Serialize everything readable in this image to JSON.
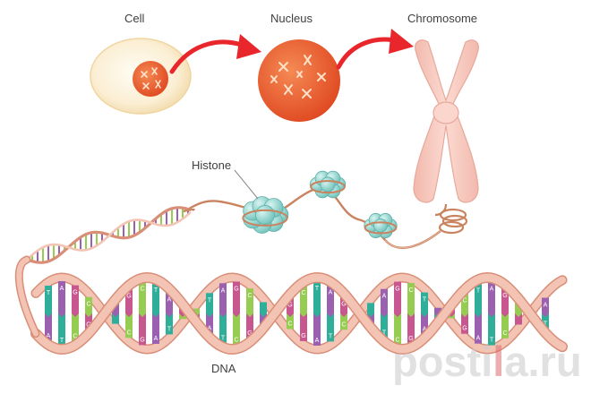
{
  "labels": {
    "cell": "Cell",
    "nucleus": "Nucleus",
    "chromosome": "Chromosome",
    "histone": "Histone",
    "dna": "DNA"
  },
  "bases": [
    "A",
    "T",
    "C",
    "G"
  ],
  "colors": {
    "cell_fill": "#f8e9c9",
    "nucleus_fill": "#e8532b",
    "arrow": "#e8262b",
    "chromosome": "#f7cbc2",
    "strand": "#f3c4b4",
    "strand_edge": "#d98e78",
    "histone": "#8fd6d0",
    "fiber": "#c9835f",
    "base_a": "#9b61b0",
    "base_t": "#2fae9a",
    "base_c": "#97cc52",
    "base_g": "#c8568f"
  },
  "watermark": {
    "left": "posti",
    "dot": "l",
    "right": "a.ru"
  }
}
